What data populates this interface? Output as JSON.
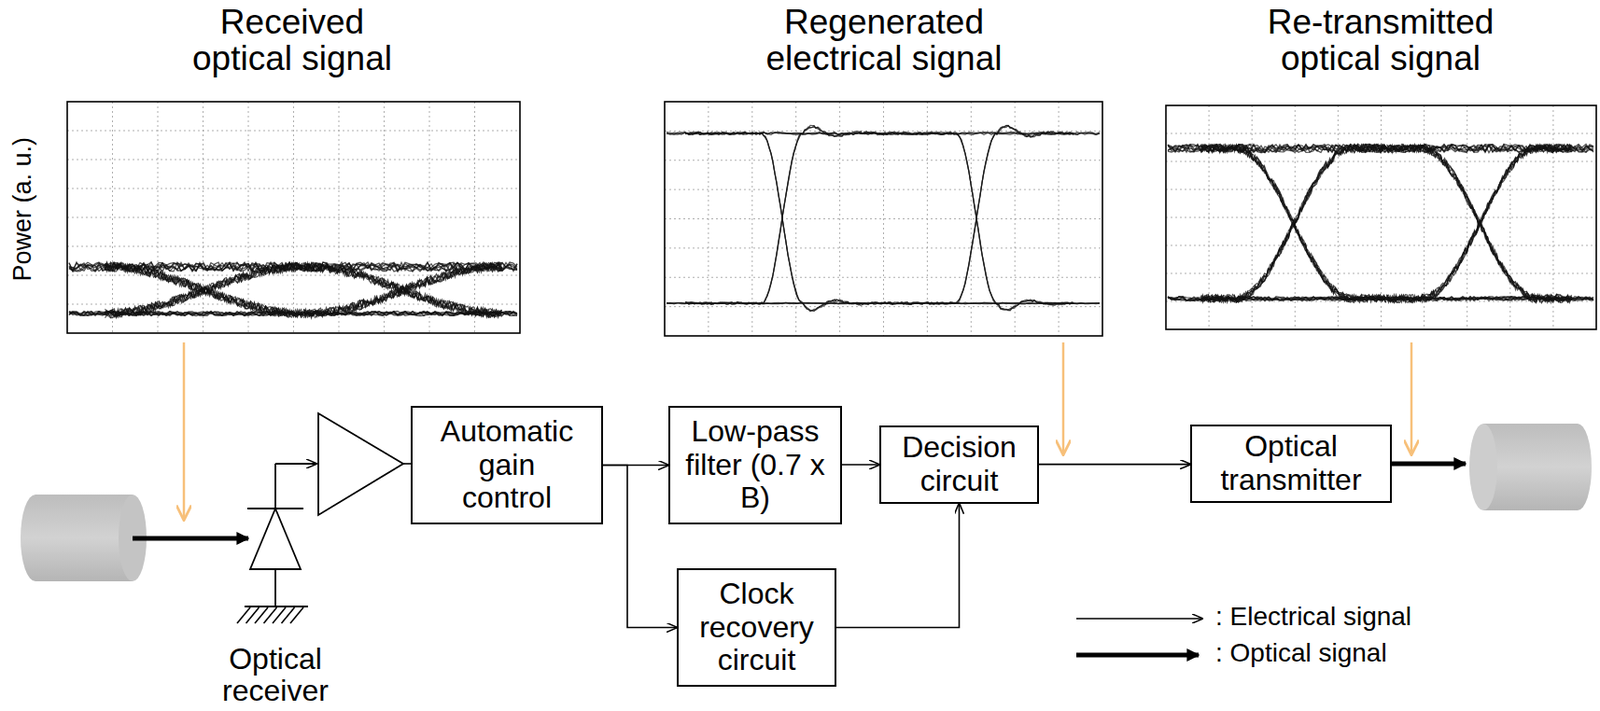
{
  "diagram": {
    "nodes": [
      {
        "text": [
          "Automatic gain control"
        ]
      },
      {
        "text": [
          "Low-pass filter (0.7 x B)"
        ]
      },
      {
        "text": [
          "Decision circuit"
        ]
      },
      {
        "text": [
          "Clock recovery circuit"
        ]
      },
      {
        "text": [
          "Optical transmitter"
        ]
      }
    ],
    "edges": [
      {
        "from": 0,
        "to": 1,
        "arrow": "to"
      },
      {
        "from": 0,
        "to": 3,
        "arrow": "to"
      },
      {
        "from": 1,
        "to": 2,
        "arrow": "to"
      },
      {
        "from": 3,
        "to": 2,
        "arrow": "to"
      },
      {
        "from": 2,
        "to": 4,
        "arrow": "to"
      }
    ],
    "labels": [
      "Received optical signal",
      "Regenerated electrical signal",
      "Re-transmitted optical signal",
      "Power (a. u.)",
      "Optical receiver"
    ],
    "legend": [
      {
        "text": ": Electrical signal"
      },
      {
        "text": ": Optical signal"
      }
    ]
  }
}
